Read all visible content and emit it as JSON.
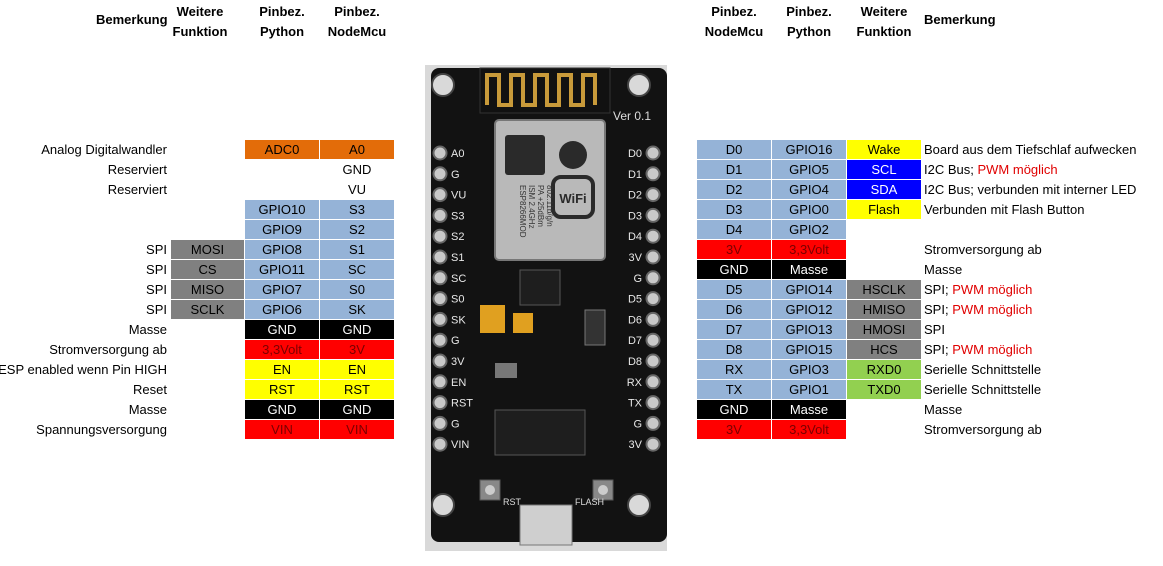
{
  "headers": {
    "left": {
      "remark": "Bemerkung",
      "function": "Weitere\nFunktion",
      "python": "Pinbez.\nPython",
      "nodemcu": "Pinbez.\nNodeMcu"
    },
    "right": {
      "nodemcu": "Pinbez.\nNodeMcu",
      "python": "Pinbez.\nPython",
      "function": "Weitere\nFunktion",
      "remark": "Bemerkung"
    }
  },
  "colors": {
    "orange": "#E36C09",
    "blue": "#95B3D7",
    "grey": "#808080",
    "black": "#000000",
    "red": "#FF0000",
    "yellow": "#FFFF00",
    "darkblue": "#0000FF",
    "green": "#92D050",
    "lightgrey": "#808080"
  },
  "left_rows": [
    {
      "remark": "Analog Digitalwandler",
      "function": "",
      "python": "ADC0",
      "nodemcu": "A0",
      "python_color": "orange",
      "nodemcu_color": "orange"
    },
    {
      "remark": "Reserviert",
      "function": "",
      "python": "",
      "nodemcu": "GND",
      "python_color": "",
      "nodemcu_color": ""
    },
    {
      "remark": "Reserviert",
      "function": "",
      "python": "",
      "nodemcu": "VU",
      "python_color": "",
      "nodemcu_color": ""
    },
    {
      "remark": "",
      "function": "",
      "python": "GPIO10",
      "nodemcu": "S3",
      "python_color": "blue",
      "nodemcu_color": "blue"
    },
    {
      "remark": "",
      "function": "",
      "python": "GPIO9",
      "nodemcu": "S2",
      "python_color": "blue",
      "nodemcu_color": "blue"
    },
    {
      "remark": "SPI",
      "function": "MOSI",
      "python": "GPIO8",
      "nodemcu": "S1",
      "python_color": "blue",
      "nodemcu_color": "blue"
    },
    {
      "remark": "SPI",
      "function": "CS",
      "python": "GPIO11",
      "nodemcu": "SC",
      "python_color": "blue",
      "nodemcu_color": "blue"
    },
    {
      "remark": "SPI",
      "function": "MISO",
      "python": "GPIO7",
      "nodemcu": "S0",
      "python_color": "blue",
      "nodemcu_color": "blue"
    },
    {
      "remark": "SPI",
      "function": "SCLK",
      "python": "GPIO6",
      "nodemcu": "SK",
      "python_color": "blue",
      "nodemcu_color": "blue"
    },
    {
      "remark": "Masse",
      "function": "",
      "python": "GND",
      "nodemcu": "GND",
      "python_color": "black",
      "nodemcu_color": "black"
    },
    {
      "remark": "Stromversorgung ab",
      "function": "",
      "python": "3,3Volt",
      "nodemcu": "3V",
      "python_color": "red",
      "nodemcu_color": "red"
    },
    {
      "remark": "ESP enabled wenn Pin HIGH",
      "function": "",
      "python": "EN",
      "nodemcu": "EN",
      "python_color": "yellow",
      "nodemcu_color": "yellow"
    },
    {
      "remark": "Reset",
      "function": "",
      "python": "RST",
      "nodemcu": "RST",
      "python_color": "yellow",
      "nodemcu_color": "yellow"
    },
    {
      "remark": "Masse",
      "function": "",
      "python": "GND",
      "nodemcu": "GND",
      "python_color": "black",
      "nodemcu_color": "black"
    },
    {
      "remark": "Spannungsversorgung",
      "function": "",
      "python": "VIN",
      "nodemcu": "VIN",
      "python_color": "red",
      "nodemcu_color": "red"
    }
  ],
  "right_rows": [
    {
      "nodemcu": "D0",
      "python": "GPIO16",
      "function": "Wake",
      "function_color": "yellow",
      "remark": "Board aus dem Tiefschlaf aufwecken",
      "remark_red": "",
      "nodemcu_color": "blue",
      "python_color": "blue"
    },
    {
      "nodemcu": "D1",
      "python": "GPIO5",
      "function": "SCL",
      "function_color": "darkblue",
      "remark": "I2C Bus;",
      "remark_red": "PWM möglich",
      "nodemcu_color": "blue",
      "python_color": "blue"
    },
    {
      "nodemcu": "D2",
      "python": "GPIO4",
      "function": "SDA",
      "function_color": "darkblue",
      "remark": "I2C Bus; verbunden mit interner LED",
      "remark_red": "",
      "nodemcu_color": "blue",
      "python_color": "blue"
    },
    {
      "nodemcu": "D3",
      "python": "GPIO0",
      "function": "Flash",
      "function_color": "yellow",
      "remark": "Verbunden mit Flash Button",
      "remark_red": "",
      "nodemcu_color": "blue",
      "python_color": "blue"
    },
    {
      "nodemcu": "D4",
      "python": "GPIO2",
      "function": "",
      "function_color": "",
      "remark": "",
      "remark_red": "",
      "nodemcu_color": "blue",
      "python_color": "blue"
    },
    {
      "nodemcu": "3V",
      "python": "3,3Volt",
      "function": "",
      "function_color": "",
      "remark": "Stromversorgung ab",
      "remark_red": "",
      "nodemcu_color": "red",
      "python_color": "red"
    },
    {
      "nodemcu": "GND",
      "python": "Masse",
      "function": "",
      "function_color": "",
      "remark": "Masse",
      "remark_red": "",
      "nodemcu_color": "black",
      "python_color": "black"
    },
    {
      "nodemcu": "D5",
      "python": "GPIO14",
      "function": "HSCLK",
      "function_color": "lightgrey",
      "remark": "SPI;",
      "remark_red": "PWM möglich",
      "nodemcu_color": "blue",
      "python_color": "blue"
    },
    {
      "nodemcu": "D6",
      "python": "GPIO12",
      "function": "HMISO",
      "function_color": "lightgrey",
      "remark": "SPI;",
      "remark_red": "PWM möglich",
      "nodemcu_color": "blue",
      "python_color": "blue"
    },
    {
      "nodemcu": "D7",
      "python": "GPIO13",
      "function": "HMOSI",
      "function_color": "lightgrey",
      "remark": "SPI",
      "remark_red": "",
      "nodemcu_color": "blue",
      "python_color": "blue"
    },
    {
      "nodemcu": "D8",
      "python": "GPIO15",
      "function": "HCS",
      "function_color": "lightgrey",
      "remark": "SPI;",
      "remark_red": "PWM möglich",
      "nodemcu_color": "blue",
      "python_color": "blue"
    },
    {
      "nodemcu": "RX",
      "python": "GPIO3",
      "function": "RXD0",
      "function_color": "green",
      "remark": "Serielle Schnittstelle",
      "remark_red": "",
      "nodemcu_color": "blue",
      "python_color": "blue"
    },
    {
      "nodemcu": "TX",
      "python": "GPIO1",
      "function": "TXD0",
      "function_color": "green",
      "remark": "Serielle Schnittstelle",
      "remark_red": "",
      "nodemcu_color": "blue",
      "python_color": "blue"
    },
    {
      "nodemcu": "GND",
      "python": "Masse",
      "function": "",
      "function_color": "",
      "remark": "Masse",
      "remark_red": "",
      "nodemcu_color": "black",
      "python_color": "black"
    },
    {
      "nodemcu": "3V",
      "python": "3,3Volt",
      "function": "",
      "function_color": "",
      "remark": "Stromversorgung ab",
      "remark_red": "",
      "nodemcu_color": "red",
      "python_color": "red"
    }
  ],
  "board": {
    "left_pins": [
      "A0",
      "G",
      "VU",
      "S3",
      "S2",
      "S1",
      "SC",
      "S0",
      "SK",
      "G",
      "3V",
      "EN",
      "RST",
      "G",
      "VIN"
    ],
    "right_pins": [
      "D0",
      "D1",
      "D2",
      "D3",
      "D4",
      "3V",
      "G",
      "D5",
      "D6",
      "D7",
      "D8",
      "RX",
      "TX",
      "G",
      "3V"
    ],
    "ver_label": "Ver 0.1",
    "module_lines": [
      "ESP8266MOD",
      "ISM 2.4GHz",
      "PA +25dBm",
      "802.11b/g/n"
    ],
    "wifi_label": "WiFi",
    "rst_label": "RST",
    "flash_label": "FLASH"
  }
}
